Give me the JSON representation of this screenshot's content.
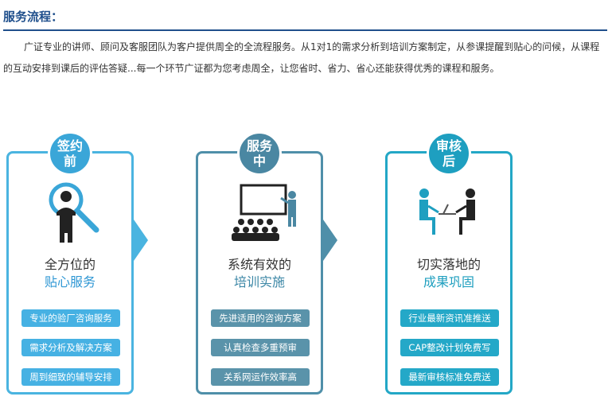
{
  "header": {
    "title": "服务流程："
  },
  "intro": {
    "text": "广证专业的讲师、顾问及客服团队为客户提供周全的全流程服务。从1对1的需求分析到培训方案制定，从参课提醒到贴心的问候，从课程的互动安排到课后的评估答疑...每一个环节广证都为您考虑周全，让您省时、省力、省心还能获得优秀的课程和服务。"
  },
  "stages": [
    {
      "badge": "签约前",
      "line1": "全方位的",
      "line2": "贴心服务",
      "icon": "magnifier-person-icon",
      "items": [
        "专业的验厂咨询服务",
        "需求分析及解决方案",
        "周到细致的辅导安排"
      ]
    },
    {
      "badge": "服务中",
      "line1": "系统有效的",
      "line2": "培训实施",
      "icon": "trainer-audience-icon",
      "items": [
        "先进适用的咨询方案",
        "认真检查多重预审",
        "关系网运作效率高"
      ]
    },
    {
      "badge": "审核后",
      "line1": "切实落地的",
      "line2": "成果巩固",
      "icon": "consultation-desk-icon",
      "items": [
        "行业最新资讯准推送",
        "CAP整改计划免费写",
        "最新审核标准免费送"
      ]
    }
  ],
  "colors": {
    "title": "#1f4f8c",
    "stage1": "#4ab4e0",
    "stage2": "#4f8fa9",
    "stage3": "#23a7c6"
  }
}
